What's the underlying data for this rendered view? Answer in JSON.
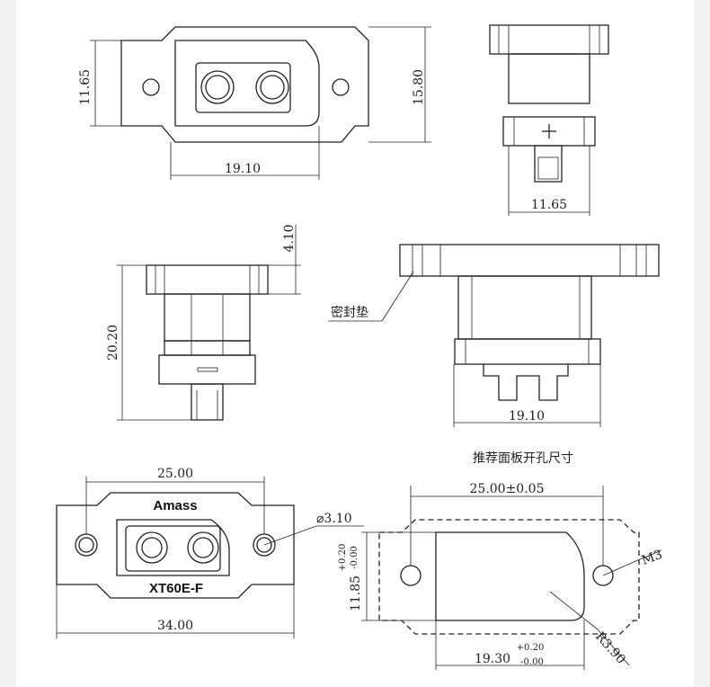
{
  "views": {
    "top": {
      "width": "19.10",
      "height_inner": "11.65",
      "height_outer": "15.80"
    },
    "side_right": {
      "width": "11.65"
    },
    "side_left": {
      "top_dim": "4.10",
      "height": "20.20"
    },
    "side_large": {
      "gasket_label": "密封垫",
      "width": "19.10"
    },
    "front": {
      "brand": "Amass",
      "model": "XT60E-F",
      "hole_spacing": "25.00",
      "overall_width": "34.00",
      "hole_dia": "⌀3.10"
    },
    "cutout": {
      "title": "推荐面板开孔尺寸",
      "hole_spacing": "25.00±0.05",
      "height": "11.85",
      "height_tol_plus": "+0.20",
      "height_tol_minus": "-0.00",
      "width": "19.30",
      "width_tol_plus": "+0.20",
      "width_tol_minus": "-0.00",
      "thread": "M3",
      "radius": "R3.90"
    }
  }
}
